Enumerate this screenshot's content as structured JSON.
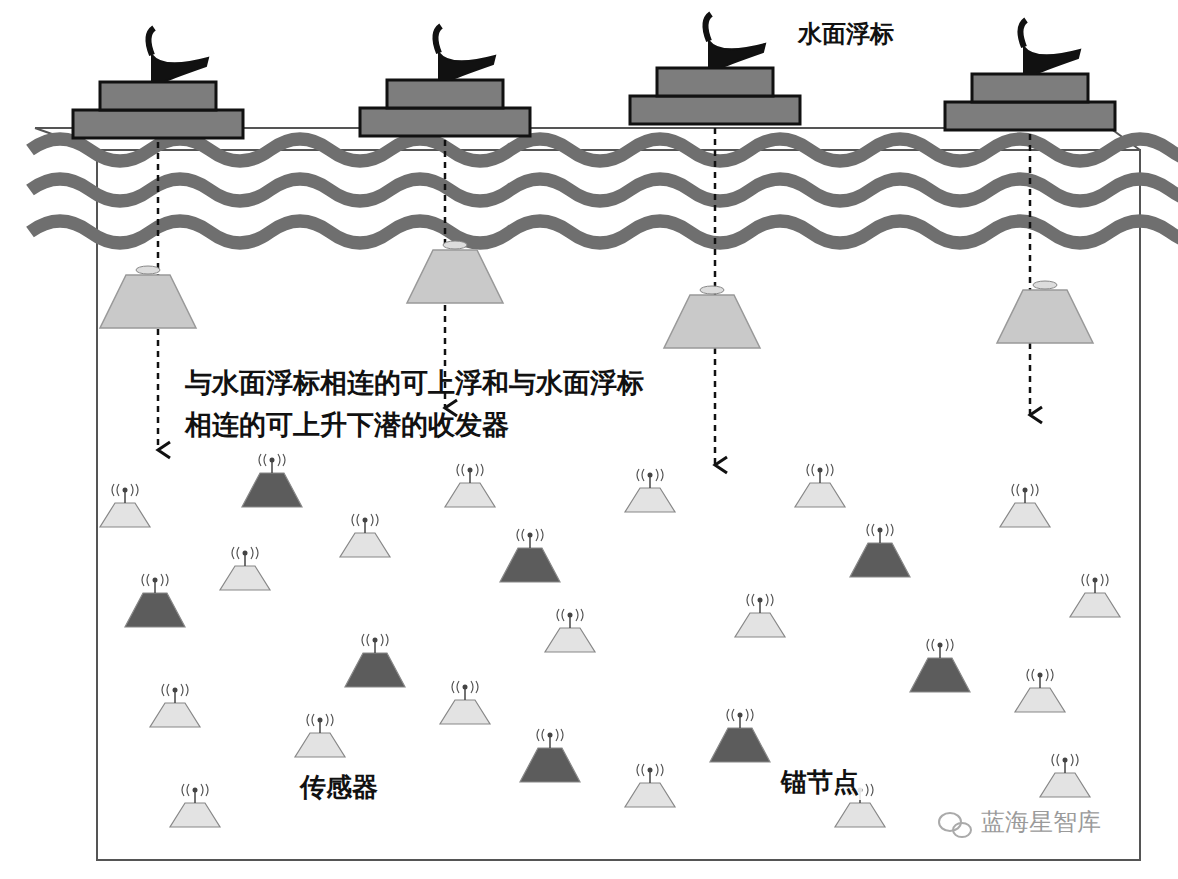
{
  "diagram": {
    "labels": [
      "水面浮标",
      "与水面浮标相连的可上浮和与水面浮标相连的可上升下潜的收发器",
      "传感器",
      "锚节点",
      "蓝海星智库"
    ]
  }
}
